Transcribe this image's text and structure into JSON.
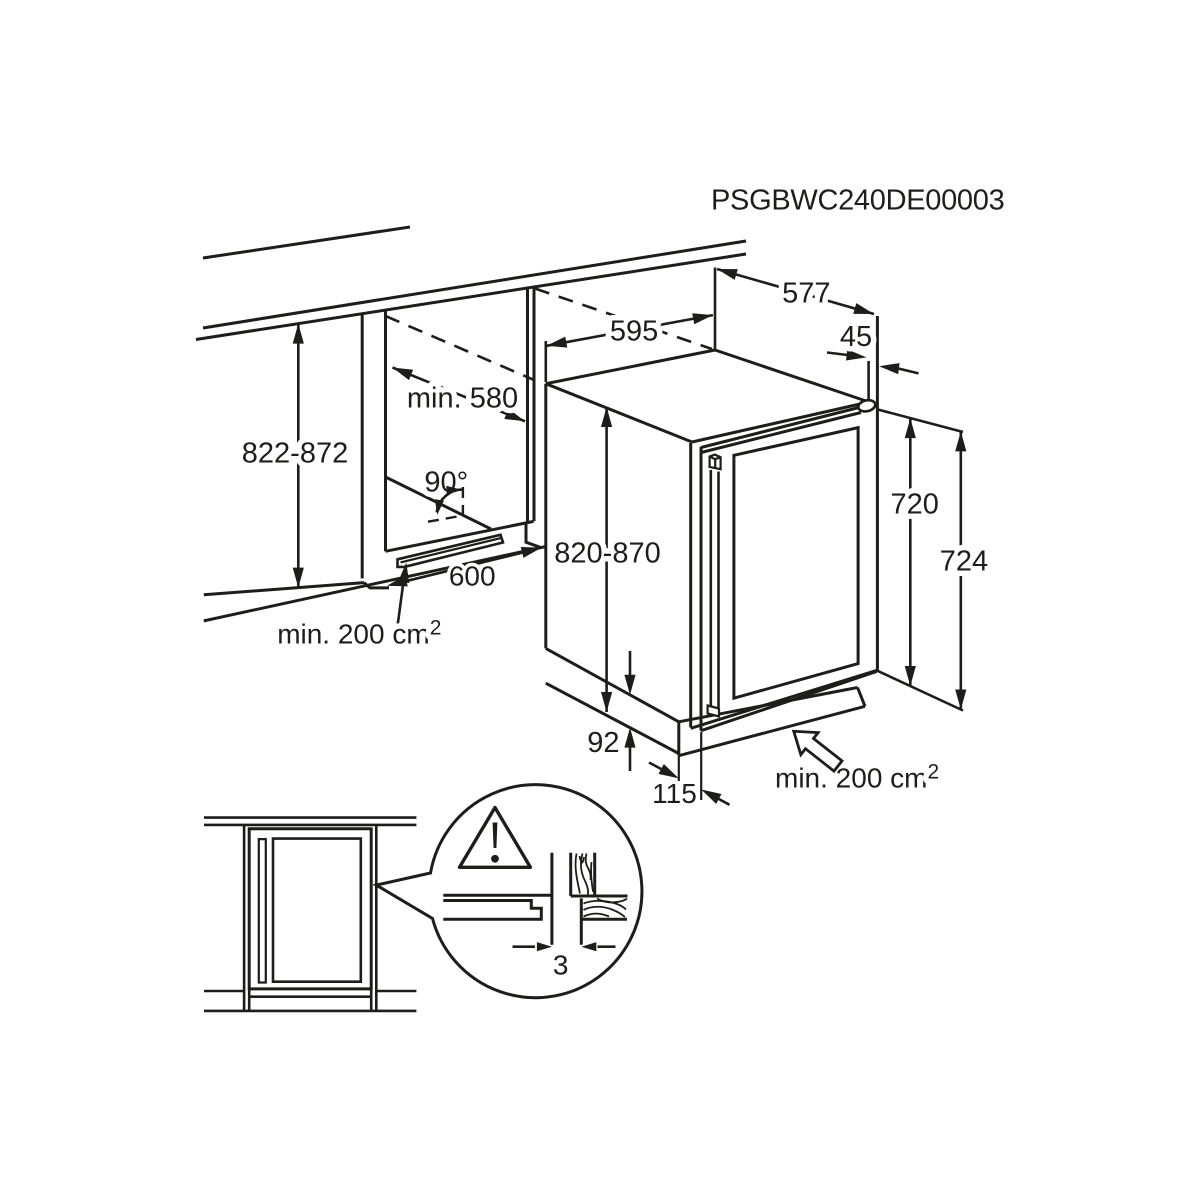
{
  "title": "PSGBWC240DE00003",
  "diagram": {
    "type": "built-under appliance installation drawing",
    "colors": {
      "line": "#1d1d1b",
      "background": "#ffffff"
    },
    "labels": {
      "niche_height": "822-872",
      "niche_depth": "min. 580",
      "door_angle": "90°",
      "vent_width": "600",
      "vent_area": "min. 200 cm",
      "vent_area_sup": "2",
      "appliance_width": "595",
      "appliance_depth": "577",
      "door_gap": "45",
      "appliance_height": "820-870",
      "door_height": "720",
      "total_height": "724",
      "plinth_height": "92",
      "plinth_depth": "115",
      "rear_gap": "3"
    }
  }
}
